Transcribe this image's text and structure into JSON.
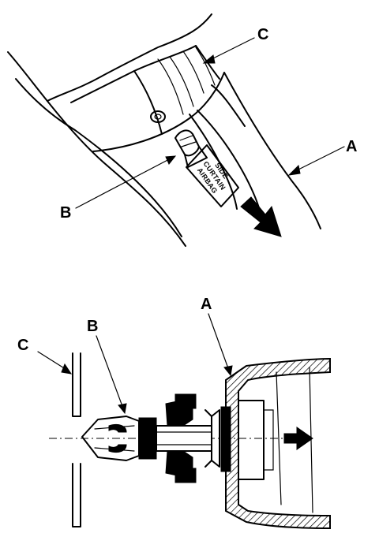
{
  "top_view": {
    "callouts": {
      "a": "A",
      "b": "B",
      "c": "C"
    },
    "tag_lines": [
      "SIDE",
      "CURTAIN",
      "AIRBAG"
    ]
  },
  "section_view": {
    "callouts": {
      "a": "A",
      "b": "B",
      "c": "C"
    }
  },
  "colors": {
    "ink": "#000000",
    "paper": "#ffffff"
  },
  "icons": {
    "pull_direction": "arrow-right-icon"
  }
}
